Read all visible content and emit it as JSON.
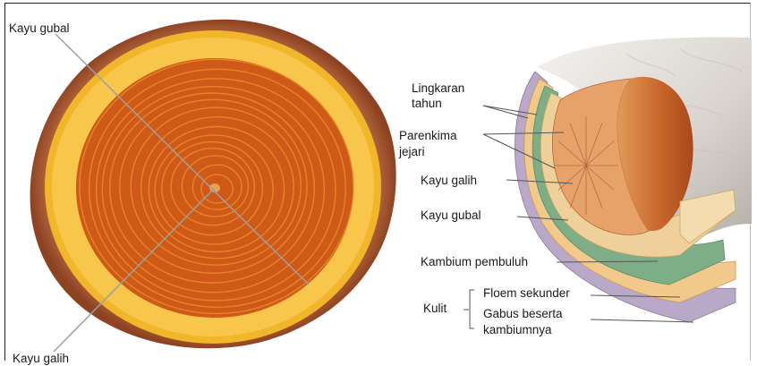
{
  "left_figure": {
    "label_top": "Kayu gubal",
    "label_bottom": "Kayu galih"
  },
  "right_figure": {
    "ring_label_line1": "Lingkaran",
    "ring_label_line2": "tahun",
    "ray_label_line1": "Parenkima",
    "ray_label_line2": "jejari",
    "heartwood_label": "Kayu galih",
    "sapwood_label": "Kayu gubal",
    "cambium_label": "Kambium pembuluh",
    "bark_label": "Kulit",
    "phloem_label": "Floem sekunder",
    "cork_label_line1": "Gabus beserta",
    "cork_label_line2": "kambiumnya"
  },
  "colors": {
    "bark": "#b8663a",
    "sapwood": "#f2b62a",
    "heartwood": "#cf5a17",
    "heartwood_ring": "#e98c2c",
    "cambium": "#7dae86",
    "phloem": "#f1c98a",
    "cork": "#b9a8c8",
    "pointer": "#9aa0a6"
  }
}
